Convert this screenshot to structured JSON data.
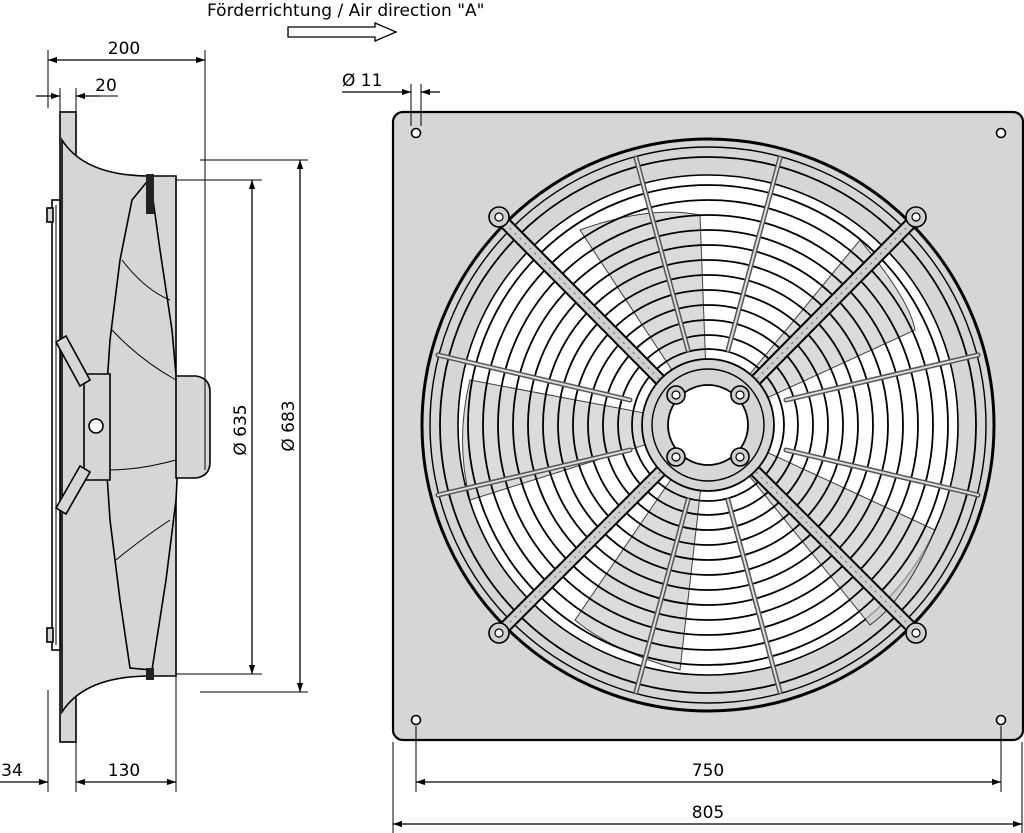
{
  "drawing": {
    "air_direction": "Förderrichtung / Air direction \"A\"",
    "side_view": {
      "dim_overall_depth": "200",
      "dim_flange": "20",
      "dim_front": "34",
      "dim_body": "130",
      "dim_diameter_inner": "Ø 635",
      "dim_diameter_outer": "Ø 683"
    },
    "front_view": {
      "dim_hole": "Ø  11",
      "dim_hole_spacing": "750",
      "dim_plate_width": "805"
    }
  }
}
